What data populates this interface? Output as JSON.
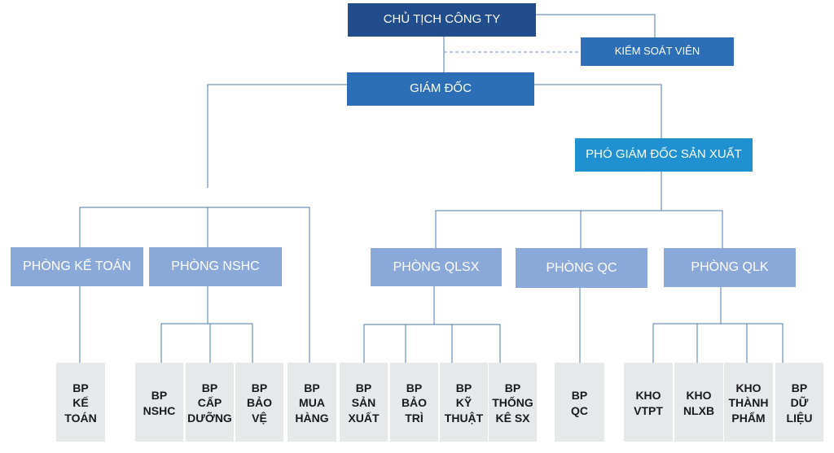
{
  "top": {
    "chairman": "CHỦ TỊCH CÔNG TY",
    "supervisor": "KIỂM SOÁT VIÊN",
    "director": "GIÁM ĐỐC",
    "deputy_director": "PHÓ GIÁM ĐỐC SẢN XUẤT"
  },
  "departments": {
    "accounting": "PHÒNG KẾ TOÁN",
    "nshc": "PHÒNG NSHC",
    "qlsx": "PHÒNG QLSX",
    "qc": "PHÒNG QC",
    "qlk": "PHÒNG QLK"
  },
  "units": [
    "BP\nKẾ\nTOÁN",
    "BP\nNSHC",
    "BP\nCẤP\nDƯỠNG",
    "BP\nBẢO\nVỆ",
    "BP\nMUA\nHÀNG",
    "BP\nSẢN\nXUẤT",
    "BP\nBẢO\nTRÌ",
    "BP\nKỸ\nTHUẬT",
    "BP\nTHỐNG\nKÊ SX",
    "BP\nQC",
    "KHO\nVTPT",
    "KHO\nNLXB",
    "KHO\nTHÀNH\nPHẨM",
    "BP\nDỮ\nLIỆU"
  ],
  "colors": {
    "navy": "#214d8d",
    "medium_blue": "#2c6fb6",
    "bright_blue": "#1f90d0",
    "department_blue": "#8aa8d8",
    "unit_gray": "#e7e8ea",
    "connector": "#4a78a8"
  }
}
